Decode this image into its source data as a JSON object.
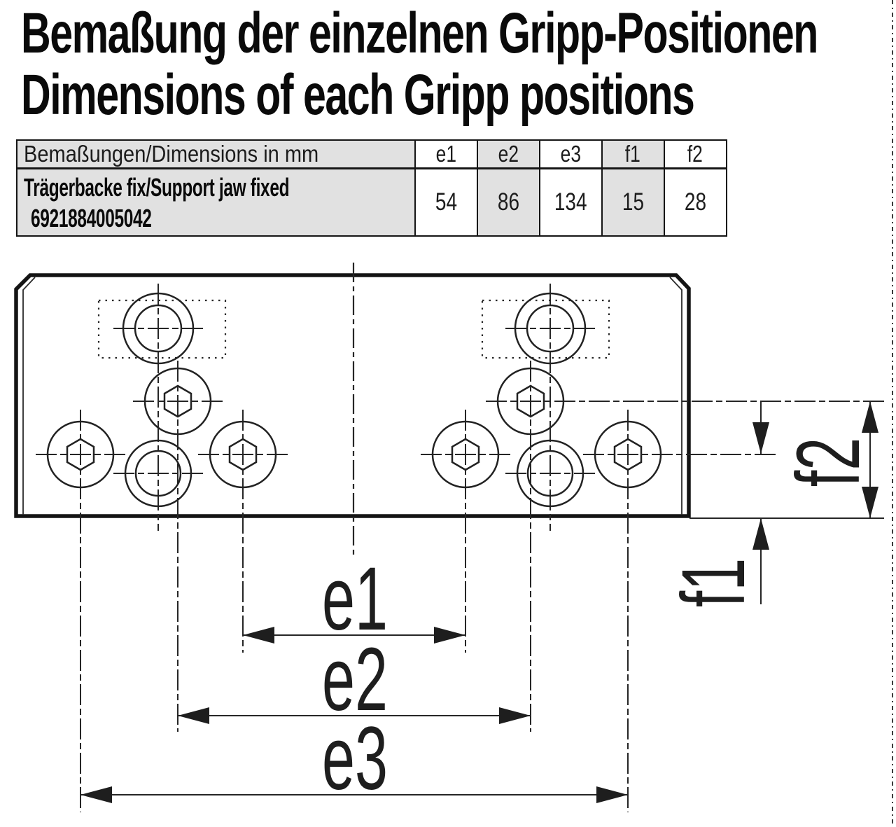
{
  "title": {
    "line1": "Bemaßung der einzelnen Gripp-Positionen",
    "line2": "Dimensions of each Gripp positions"
  },
  "table": {
    "header": {
      "label": "Bemaßungen/Dimensions in mm",
      "cols": [
        "e1",
        "e2",
        "e3",
        "f1",
        "f2"
      ]
    },
    "row": {
      "label_line1": "Trägerbacke fix/Support jaw fixed",
      "label_line2": "6921884005042",
      "values": [
        "54",
        "86",
        "134",
        "15",
        "28"
      ]
    }
  },
  "drawing": {
    "labels": {
      "e1": "e1",
      "e2": "e2",
      "e3": "e3",
      "f1": "f1",
      "f2": "f2"
    }
  },
  "colors": {
    "line": "#262626",
    "thick_outline": "#141414",
    "table_gray": "#e1e1e1",
    "background": "#ffffff"
  }
}
